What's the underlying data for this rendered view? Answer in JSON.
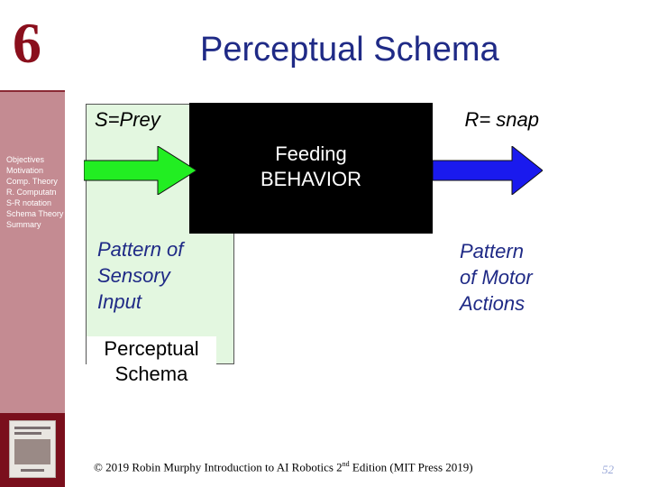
{
  "slide": {
    "chapter_number": "6",
    "title": "Perceptual Schema",
    "page_number": "52"
  },
  "sidebar": {
    "items": [
      "Objectives",
      "Motivation",
      "Comp. Theory",
      "R. Computatn",
      "S-R notation",
      "Schema Theory",
      "Summary"
    ]
  },
  "diagram": {
    "stimulus_label": "S=Prey",
    "response_label": "R= snap",
    "behavior_line1": "Feeding",
    "behavior_line2": "BEHAVIOR",
    "sensory_line1": "Pattern of",
    "sensory_line2": "Sensory",
    "sensory_line3": "Input",
    "motor_line1": "Pattern",
    "motor_line2": "of Motor",
    "motor_line3": "Actions",
    "schema_line1": "Perceptual",
    "schema_line2": "Schema",
    "colors": {
      "stimulus_arrow": "#22ee22",
      "response_arrow": "#1a1aee",
      "schema_fill": "#e3f7e0",
      "behavior_box": "#000000",
      "title": "#1f2a86",
      "chapter_number": "#8a0f1c"
    }
  },
  "footer": {
    "text_before": "© 2019 Robin Murphy Introduction to AI Robotics 2",
    "superscript": "nd",
    "text_after": " Edition (MIT Press 2019)"
  },
  "icons": {
    "book": "book-cover-icon",
    "stimulus_arrow": "right-arrow-icon",
    "response_arrow": "right-arrow-icon"
  }
}
